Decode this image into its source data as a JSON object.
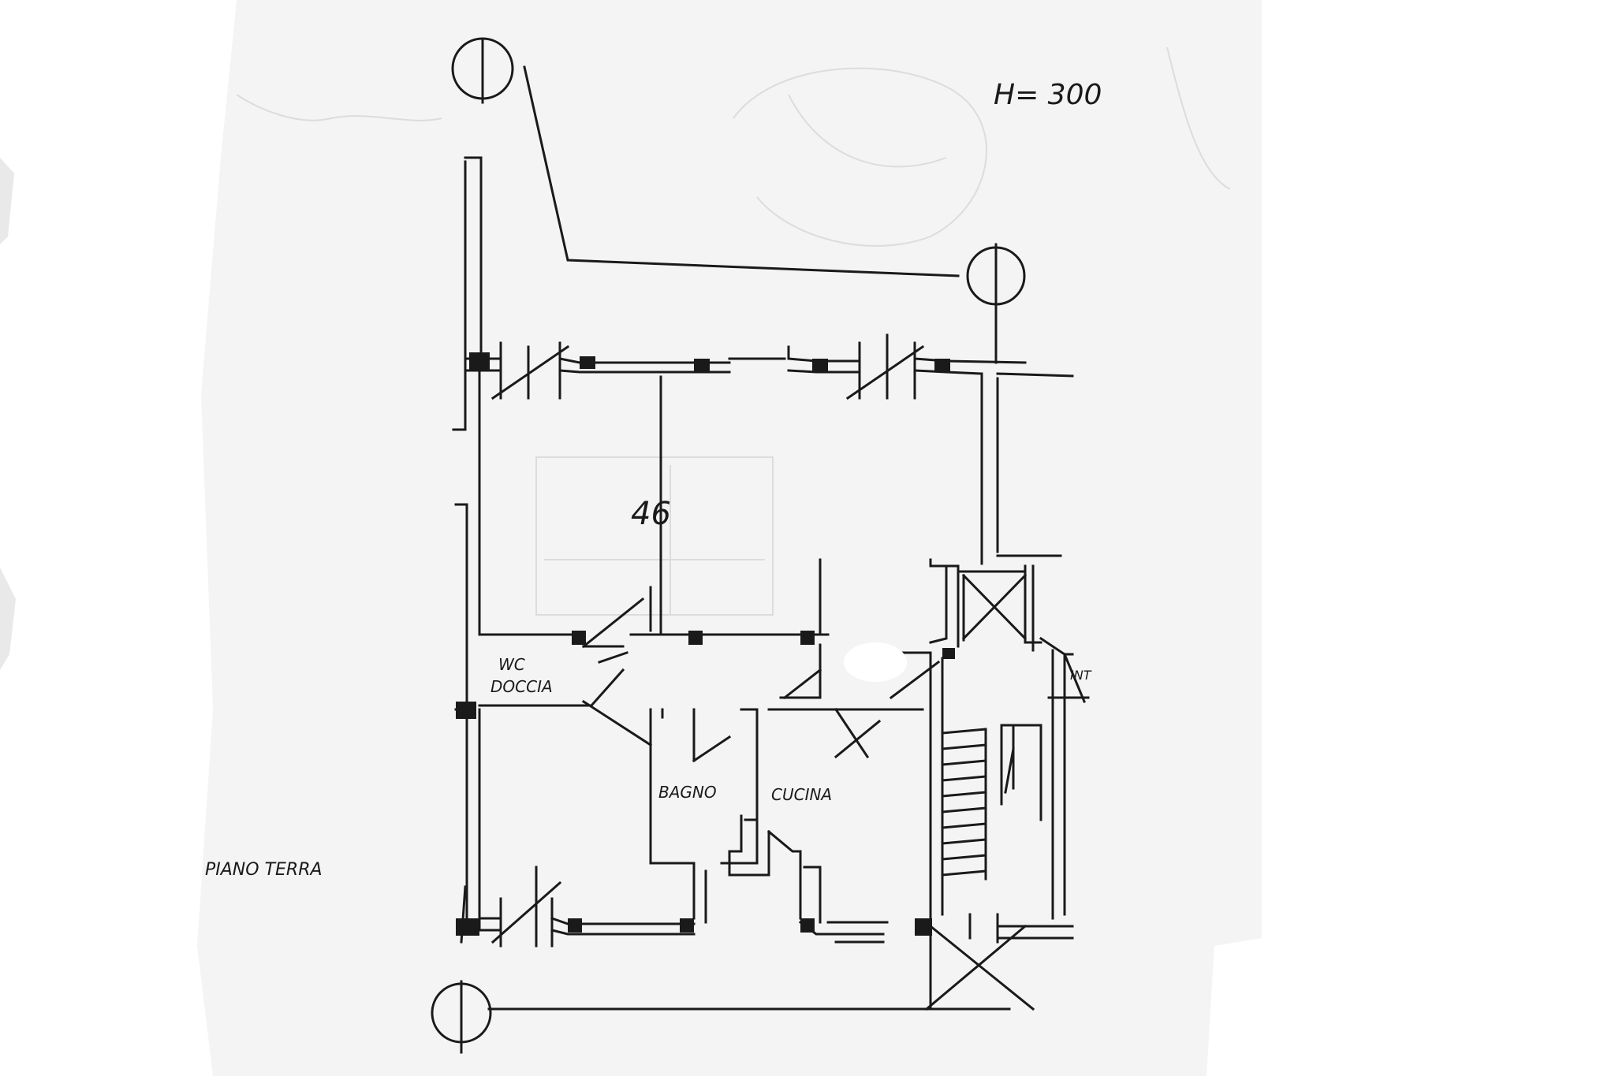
{
  "plan": {
    "height_note": "H= 300",
    "room_wc_line1": "WC",
    "room_wc_line2": "DOCCIA",
    "room_bagno": "BAGNO",
    "room_cucina": "CUCINA",
    "room_int": "INT",
    "faint_number": "46",
    "faint_label": "PIANO TERRA"
  },
  "colors": {
    "ink": "#1a1a1a",
    "paper": "#f4f4f4",
    "faint": "#dcdcdc"
  }
}
